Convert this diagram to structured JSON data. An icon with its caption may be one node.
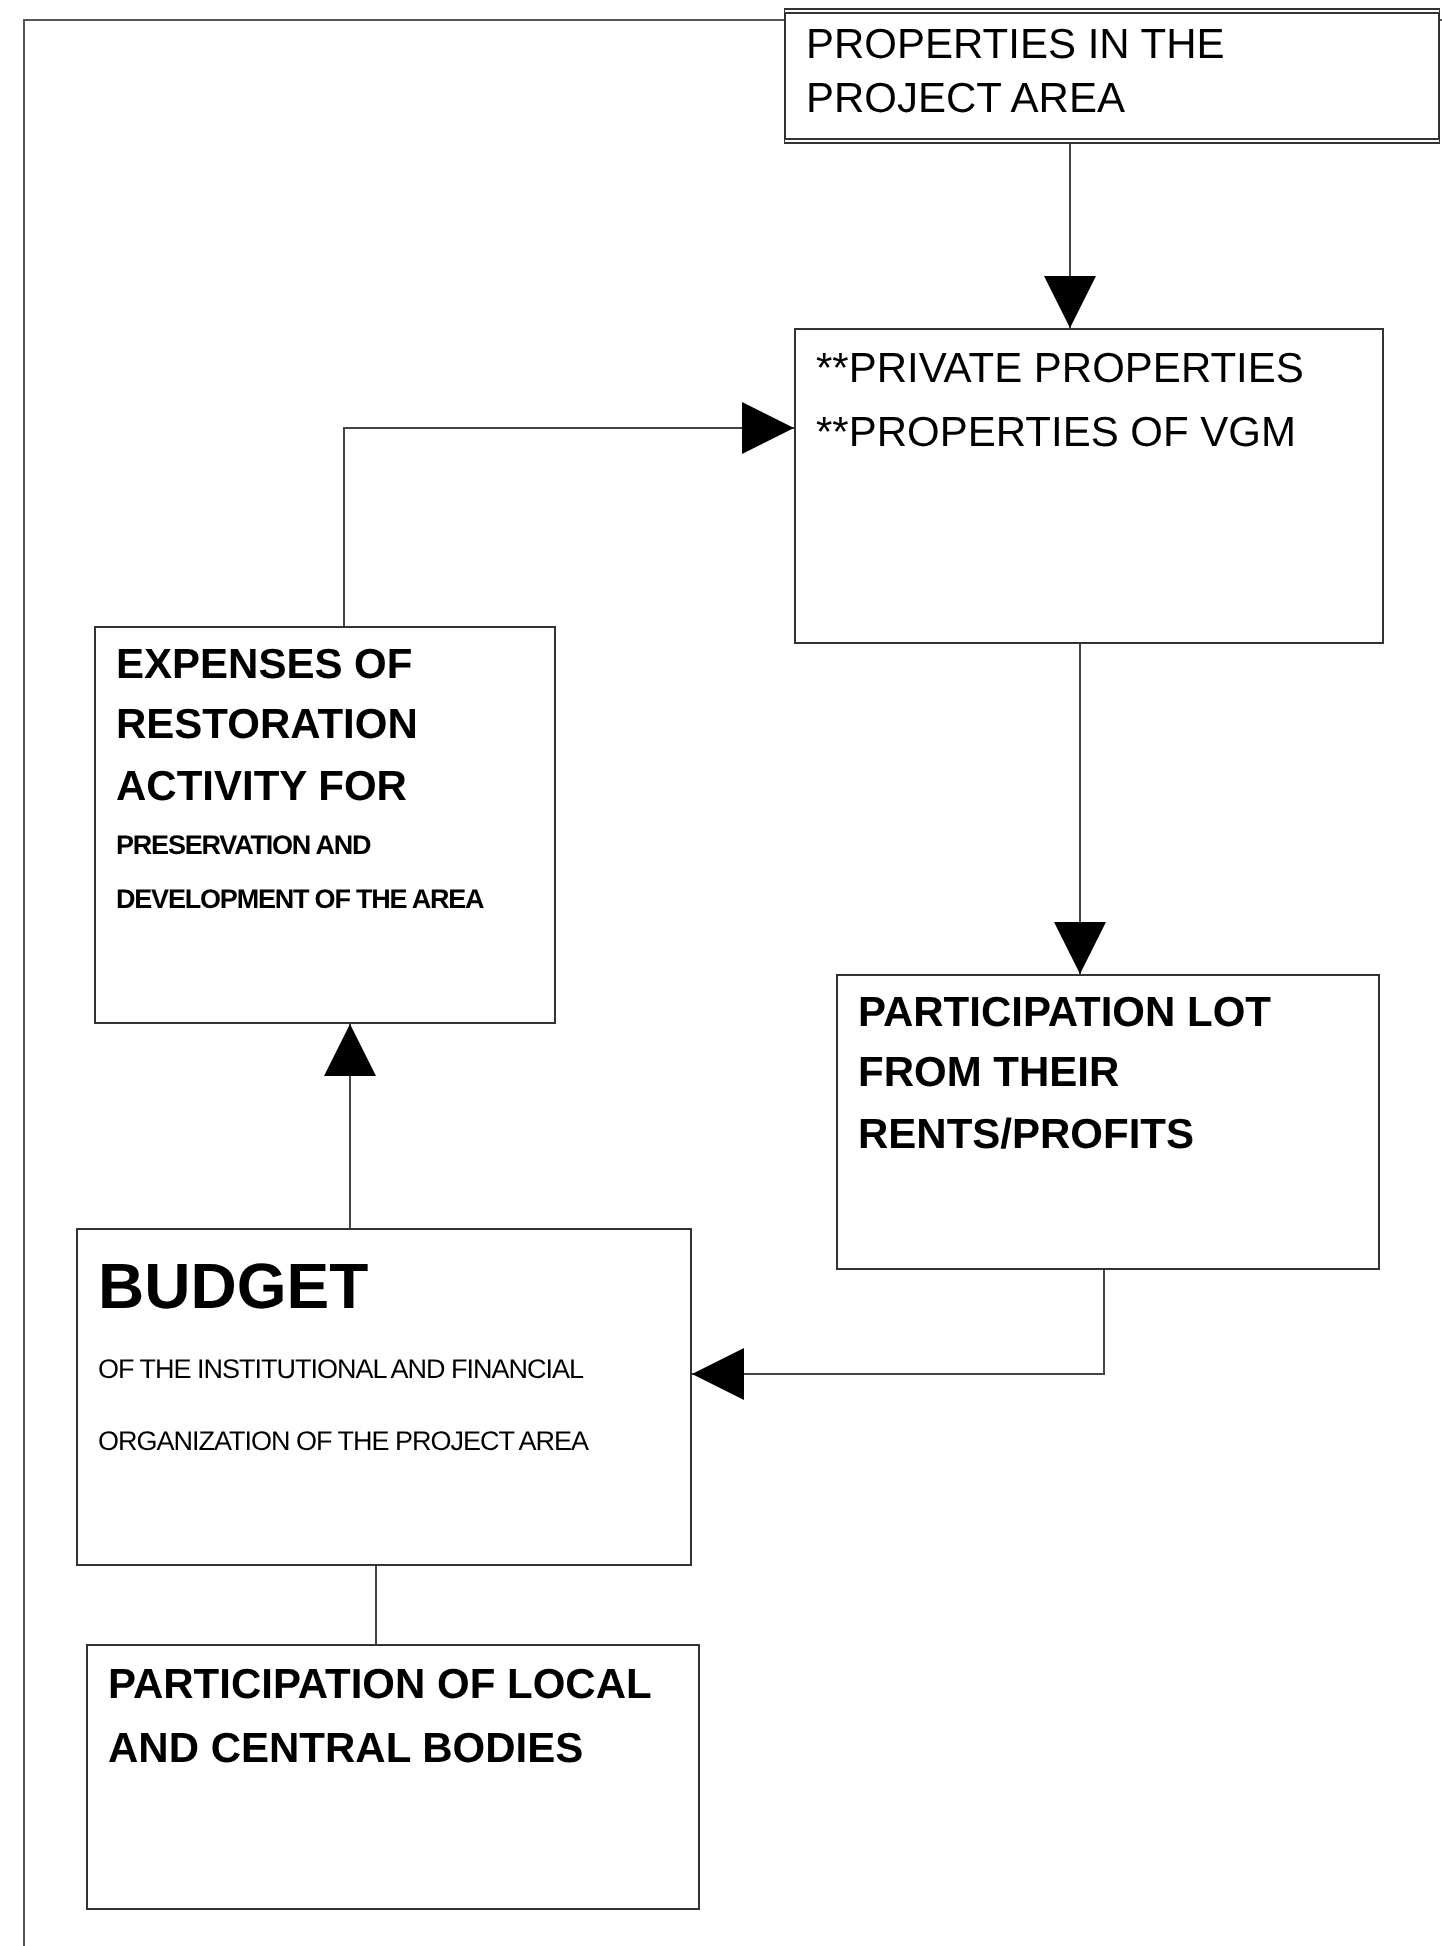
{
  "diagram": {
    "nodes": [
      {
        "text": [
          "PROPERTIES IN THE PROJECT AREA"
        ]
      },
      {
        "text": [
          "**PRIVATE PROPERTIES",
          "**PROPERTIES OF VGM"
        ]
      },
      {
        "text": [
          "EXPENSES OF RESTORATION ACTIVITY FOR",
          "PRESERVATION AND DEVELOPMENT OF THE AREA"
        ]
      },
      {
        "text": [
          "PARTICIPATION LOT FROM THEIR RENTS/PROFITS"
        ]
      },
      {
        "text": [
          "BUDGET",
          "OF THE INSTITUTIONAL AND FINANCIAL ORGANIZATION OF THE PROJECT AREA"
        ]
      },
      {
        "text": [
          "PARTICIPATION OF LOCAL AND CENTRAL BODIES"
        ]
      }
    ],
    "edges": [
      {
        "from": 0,
        "to": 1,
        "arrow": "to"
      },
      {
        "from": 1,
        "to": 3,
        "arrow": "to"
      },
      {
        "from": 3,
        "to": 4,
        "arrow": "to"
      },
      {
        "from": 4,
        "to": 2,
        "arrow": "to"
      },
      {
        "from": 2,
        "to": 1,
        "arrow": "to"
      },
      {
        "from": 5,
        "to": 4,
        "arrow": "none"
      }
    ]
  }
}
